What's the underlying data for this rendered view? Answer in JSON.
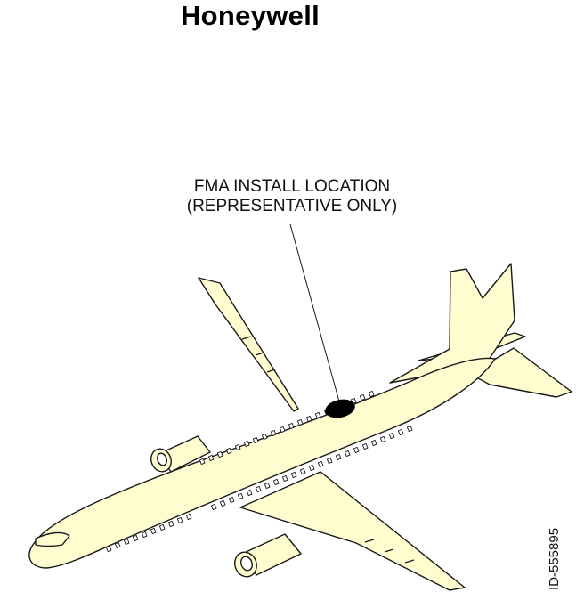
{
  "logo": {
    "text": "Honeywell"
  },
  "callout": {
    "line1": "FMA INSTALL LOCATION",
    "line2": "(REPRESENTATIVE ONLY)"
  },
  "figure_id": "ID-555895",
  "colors": {
    "fuselage": "#FFFCD0",
    "outline": "#1a1a1a",
    "marker": "#000000"
  }
}
